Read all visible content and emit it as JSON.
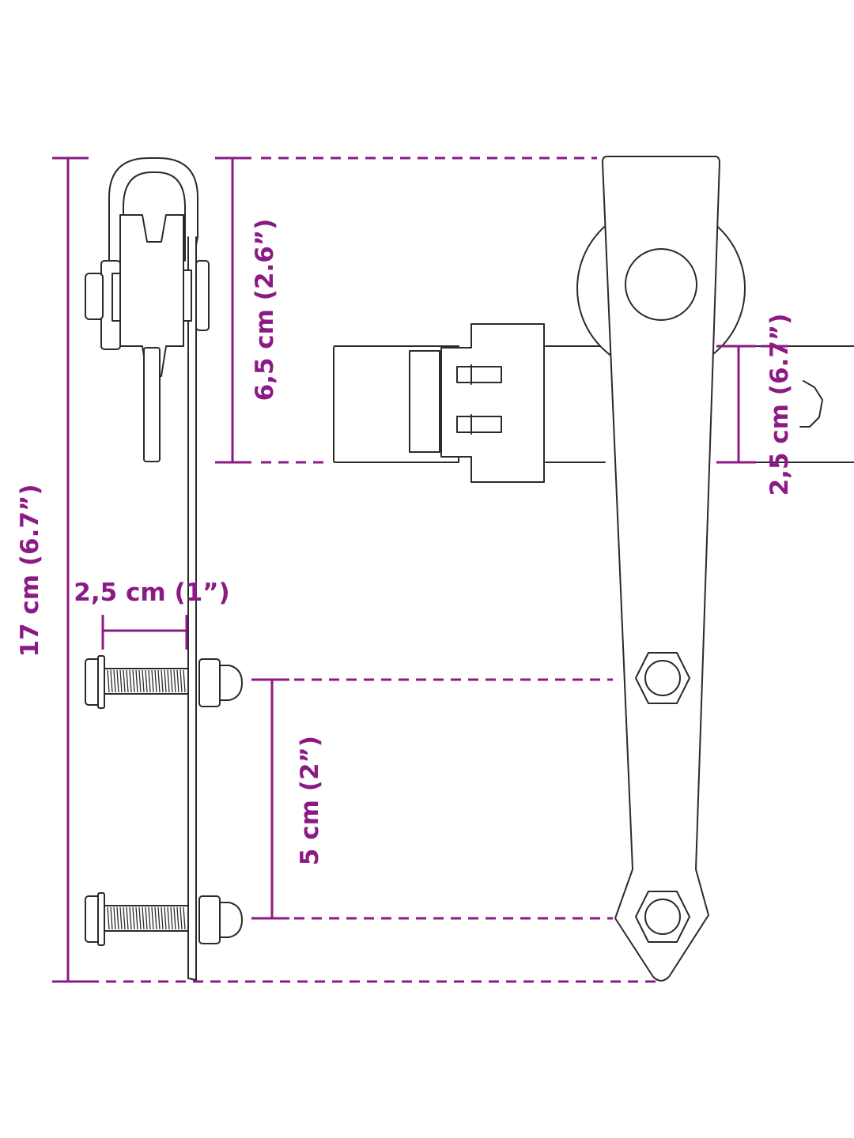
{
  "colors": {
    "dimension": "#8b1a84",
    "outline": "#2a2a2a",
    "background": "#ffffff"
  },
  "dimensions": {
    "total_height": "17 cm (6.7”)",
    "wheel_height": "6,5 cm (2.6”)",
    "rail_height": "2,5 cm (6.7”)",
    "bolt_length": "2,5 cm (1”)",
    "bolt_spacing": "5 cm (2”)"
  }
}
